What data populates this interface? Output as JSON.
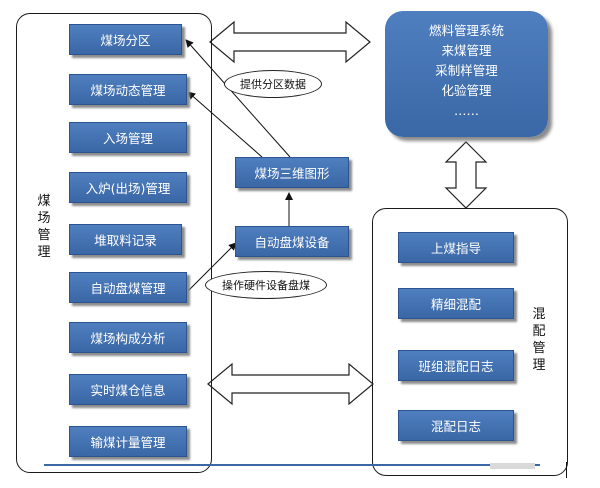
{
  "left_group": {
    "title": "煤场管理",
    "items": [
      "煤场分区",
      "煤场动态管理",
      "入场管理",
      "入炉(出场)管理",
      "堆取料记录",
      "自动盘煤管理",
      "煤场构成分析",
      "实时煤仓信息",
      "输煤计量管理"
    ]
  },
  "center": {
    "three_d": "煤场三维图形",
    "auto_device": "自动盘煤设备",
    "note_provide": "提供分区数据",
    "note_operate": "操作硬件设备盘煤"
  },
  "fuel_system": {
    "lines": [
      "燃料管理系统",
      "来煤管理",
      "采制样管理",
      "化验管理",
      "……"
    ]
  },
  "right_group": {
    "title": "混配管理",
    "items": [
      "上煤指导",
      "精细混配",
      "班组混配日志",
      "混配日志"
    ]
  },
  "colors": {
    "box_fill": "#3f6eae",
    "box_border": "#2d5490",
    "frame": "#1a1a1a"
  }
}
